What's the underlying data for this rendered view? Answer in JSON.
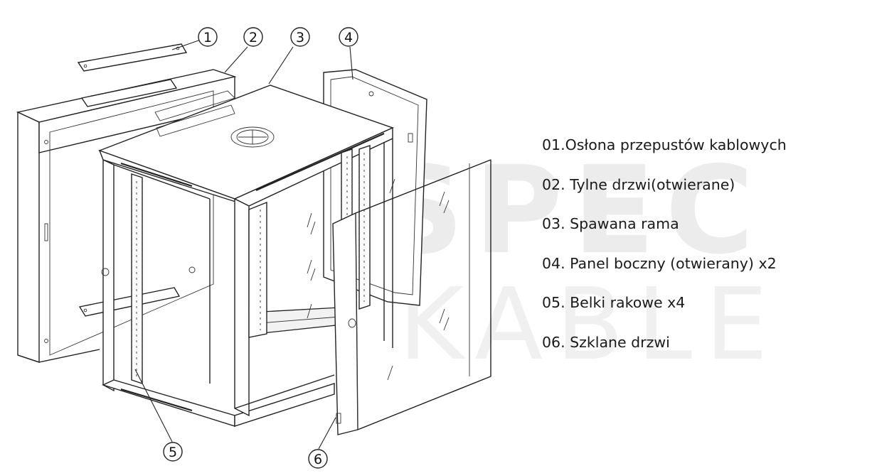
{
  "legend": [
    {
      "text": "01.Osłona przepustów kablowych"
    },
    {
      "text": "02. Tylne drzwi(otwierane)"
    },
    {
      "text": "03. Spawana rama"
    },
    {
      "text": "04. Panel boczny (otwierany) x2"
    },
    {
      "text": "05. Belki rakowe x4"
    },
    {
      "text": "06. Szklane drzwi"
    }
  ],
  "callouts": [
    {
      "num": "1"
    },
    {
      "num": "2"
    },
    {
      "num": "3"
    },
    {
      "num": "4"
    },
    {
      "num": "5"
    },
    {
      "num": "6"
    }
  ],
  "watermark": {
    "line1": "SPEC",
    "line2": "KABLE",
    "color": "#ececec"
  }
}
